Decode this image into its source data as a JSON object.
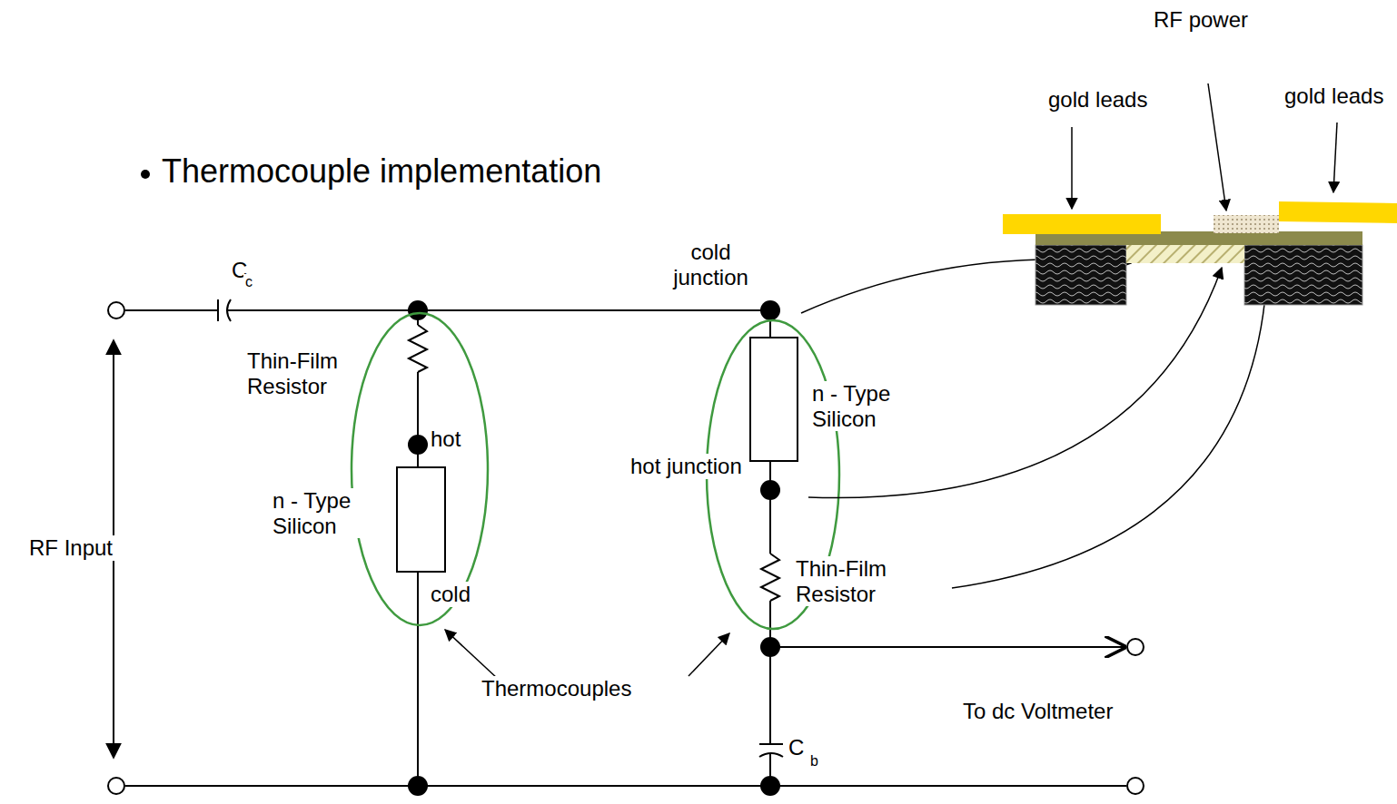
{
  "diagram": {
    "title": "Thermocouple implementation",
    "labels": [
      "RF power",
      "gold leads",
      "gold leads",
      "C",
      "c",
      "cold junction",
      "Thin-Film Resistor",
      "hot",
      "n - Type Silicon",
      "cold",
      "hot junction",
      "n - Type Silicon",
      "Thin-Film Resistor",
      "RF Input",
      "Thermocouples",
      "To dc Voltmeter",
      "C",
      "b"
    ]
  }
}
